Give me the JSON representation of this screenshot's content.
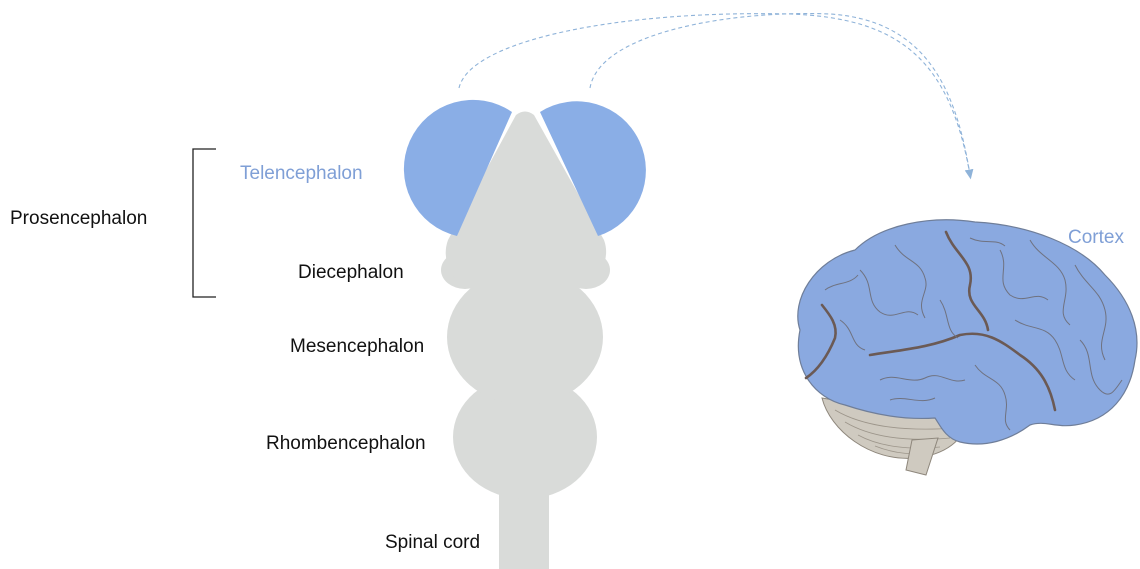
{
  "labels": {
    "telencephalon": "Telencephalon",
    "prosencephalon": "Prosencephalon",
    "diencephalon": "Diecephalon",
    "mesencephalon": "Mesencephalon",
    "rhombencephalon": "Rhombencephalon",
    "spinal_cord": "Spinal cord",
    "cortex": "Cortex"
  },
  "colors": {
    "telencephalon": "#8aaee6",
    "tube": "#d9dbd9",
    "cortex": "#8aa9e0",
    "sulcus": "#6b5a55",
    "cerebellum": "#cfcac0",
    "label_blue": "#7f9fd6",
    "arrow": "#8fb3d9"
  }
}
